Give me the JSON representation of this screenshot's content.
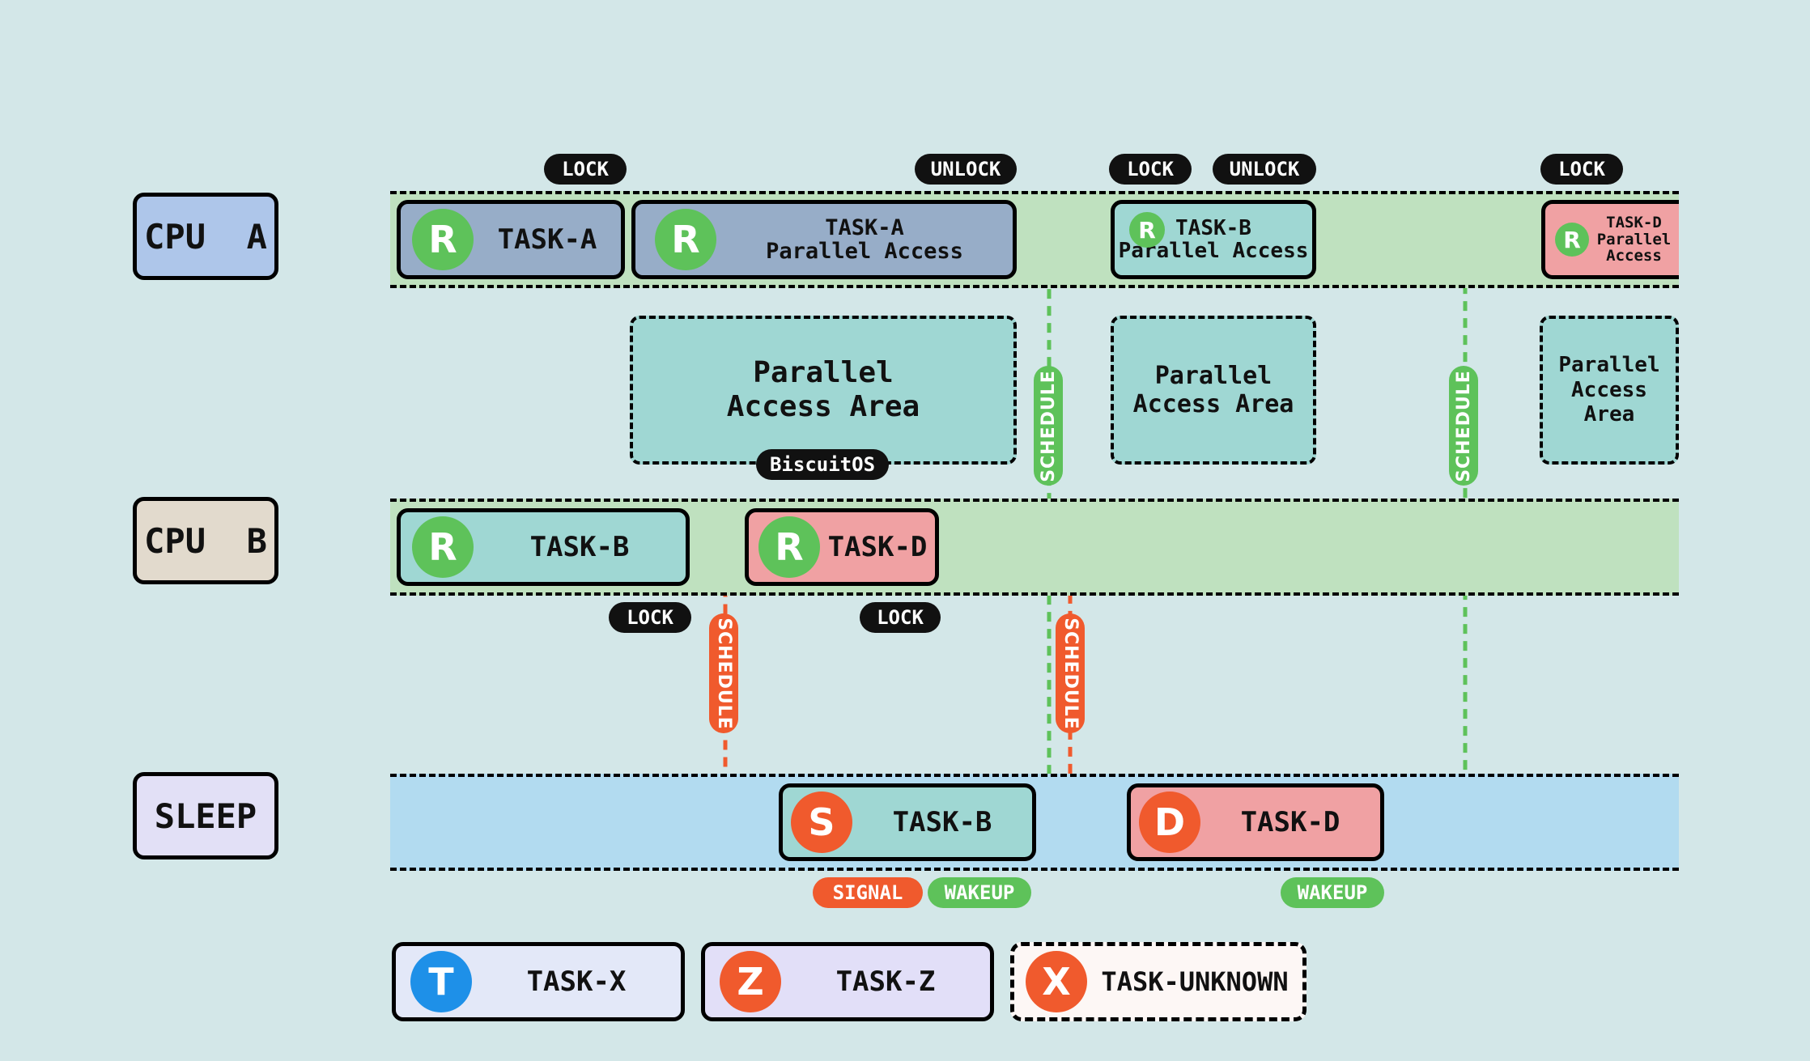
{
  "rows": {
    "cpu_a": "CPU  A",
    "cpu_b": "CPU  B",
    "sleep": "SLEEP"
  },
  "colors": {
    "background": "#d3e7e8",
    "cpu_lane": "#bfe1bf",
    "sleep_lane": "#b2dbf0",
    "cpu_a_label": "#aec6ea",
    "cpu_b_label": "#e2dacd",
    "sleep_label": "#e2e0f6",
    "task_a": "#97adc8",
    "task_b": "#9fd7d3",
    "task_d": "#f0a1a3",
    "task_x": "#e3e8f8",
    "task_z": "#e2dff8",
    "task_unknown": "#fdf7f5",
    "state_r": "#5ec25a",
    "state_s": "#f05a2d",
    "state_t": "#1e90e8",
    "schedule_green": "#5ec25a",
    "schedule_red": "#f05a2d"
  },
  "tasks": {
    "cpu_a_task_a": {
      "state": "R",
      "name": "TASK-A"
    },
    "cpu_a_task_a_pa": {
      "state": "R",
      "name": "TASK-A\nParallel Access"
    },
    "cpu_a_task_b_pa": {
      "state": "R",
      "name": "TASK-B\nParallel Access"
    },
    "cpu_a_task_d_pa": {
      "state": "R",
      "name": "TASK-D\nParallel\nAccess"
    },
    "cpu_b_task_b": {
      "state": "R",
      "name": "TASK-B"
    },
    "cpu_b_task_d": {
      "state": "R",
      "name": "TASK-D"
    },
    "sleep_task_b": {
      "state": "S",
      "name": "TASK-B"
    },
    "sleep_task_d": {
      "state": "D",
      "name": "TASK-D"
    }
  },
  "areas": {
    "area1": "Parallel\nAccess Area",
    "area2": "Parallel\nAccess Area",
    "area3": "Parallel\nAccess\nArea"
  },
  "tags": {
    "lock1": "LOCK",
    "unlock1": "UNLOCK",
    "lock2": "LOCK",
    "unlock2": "UNLOCK",
    "lock3": "LOCK",
    "lock_b1": "LOCK",
    "lock_b2": "LOCK",
    "watermark": "BiscuitOS",
    "signal": "SIGNAL",
    "wakeup1": "WAKEUP",
    "wakeup2": "WAKEUP",
    "schedule": "SCHEDULE"
  },
  "legend": {
    "task_x": {
      "state": "T",
      "name": "TASK-X"
    },
    "task_z": {
      "state": "Z",
      "name": "TASK-Z"
    },
    "task_unknown": {
      "state": "X",
      "name": "TASK-UNKNOWN"
    }
  }
}
